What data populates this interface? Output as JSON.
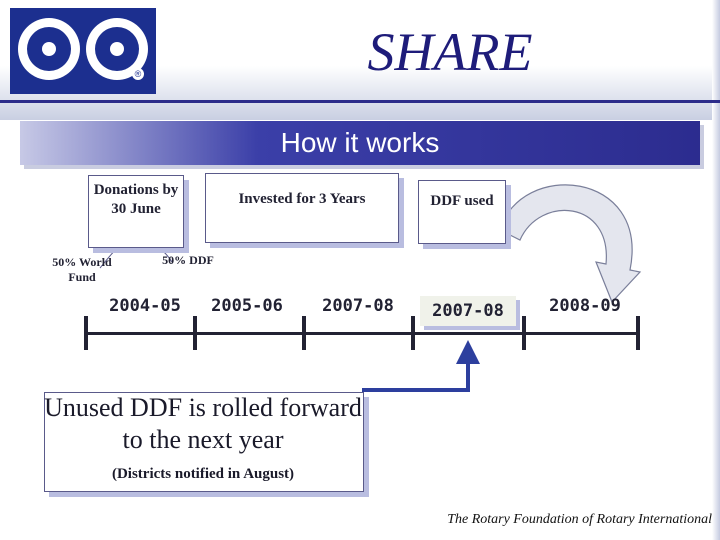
{
  "header": {
    "title": "SHARE"
  },
  "banner": {
    "label": "How it works"
  },
  "logo": {
    "registered_mark": "®"
  },
  "flow_boxes": {
    "donations": "Donations by 30 June",
    "invested": "Invested for 3 Years",
    "ddf_used": "DDF used"
  },
  "split_labels": {
    "world_fund": "50% World Fund",
    "ddf": "50% DDF"
  },
  "timeline": {
    "years": [
      "2004-05",
      "2005-06",
      "2007-08",
      "2007-08",
      "2008-09"
    ],
    "highlighted_index": 3
  },
  "note": {
    "main": "Unused DDF is rolled forward to the next year",
    "sub": "(Districts notified in August)"
  },
  "footer": {
    "credit": "The Rotary Foundation of Rotary International"
  },
  "colors": {
    "navy": "#1c2f8f",
    "title": "#1e1c7a",
    "banner_start": "#c7c9e6",
    "banner_end": "#2c2c8f",
    "connector_blue": "#2d3f9e",
    "curved_arrow_fill": "#e4e6ee"
  }
}
